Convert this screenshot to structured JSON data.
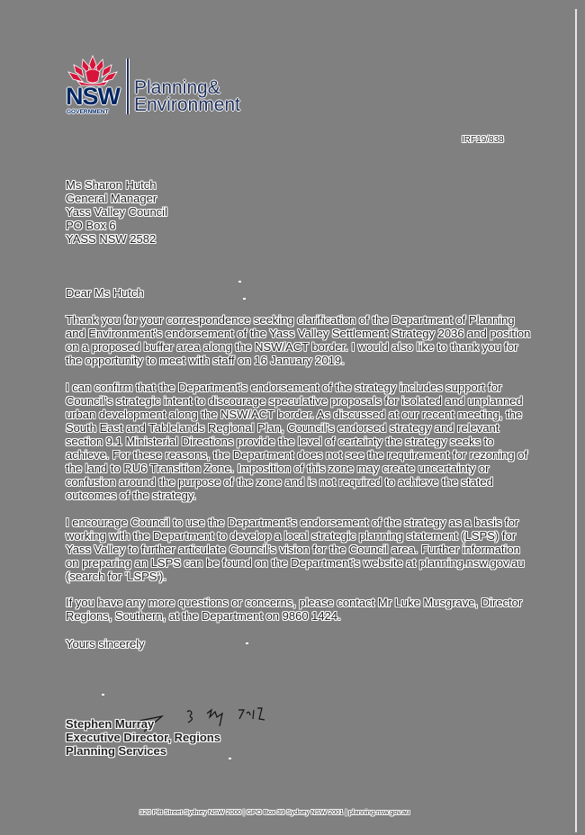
{
  "header": {
    "logo": {
      "emblem": "waratah-icon",
      "wordmark": "NSW",
      "sub": "GOVERNMENT",
      "department_line1": "Planning",
      "department_amp": "&",
      "department_line2": "Environment",
      "colors": {
        "emblem": "#d7153a",
        "navy": "#002664"
      }
    },
    "reference": "IRF19/838"
  },
  "recipient": {
    "lines": [
      "Ms Sharon Hutch",
      "General Manager",
      "Yass Valley Council",
      "PO Box 6",
      "YASS NSW 2582"
    ]
  },
  "salutation": "Dear Ms Hutch",
  "body": {
    "paragraphs": [
      "Thank you for your correspondence seeking clarification of the Department of Planning and Environment's endorsement of the Yass Valley Settlement Strategy 2036 and position on a proposed buffer area along the NSW/ACT border. I would also like to thank you for the opportunity to meet with staff on 16 January 2019.",
      "I can confirm that the Department's endorsement of the strategy includes support for Council's strategic intent to discourage speculative proposals for isolated and unplanned urban development along the NSW/ACT border. As discussed at our recent meeting, the South East and Tablelands Regional Plan, Council's endorsed strategy and relevant section 9.1 Ministerial Directions provide the level of certainty the strategy seeks to achieve. For these reasons, the Department does not see the requirement for rezoning of the land to RU6 Transition Zone. Imposition of this zone may create uncertainty or confusion around the purpose of the zone and is not required to achieve the stated outcomes of the strategy.",
      "I encourage Council to use the Department's endorsement of the strategy as a basis for working with the Department to develop a local strategic planning statement (LSPS) for Yass Valley to further articulate Council's vision for the Council area. Further information on preparing an LSPS can be found on the Department's website at planning.nsw.gov.au (search for 'LSPS').",
      "If you have any more questions or concerns, please contact Mr Luke Musgrave, Director Regions, Southern, at the Department on 9860 1424."
    ]
  },
  "closing": "Yours sincerely",
  "signature": {
    "handwritten_date": "3 May 2019",
    "name": "Stephen Murray",
    "title_line1": "Executive Director, Regions",
    "title_line2": "Planning Services"
  },
  "footer": {
    "text": "320 Pitt Street Sydney NSW 2000 | GPO Box 39 Sydney NSW 2001 | planning.nsw.gov.au"
  }
}
